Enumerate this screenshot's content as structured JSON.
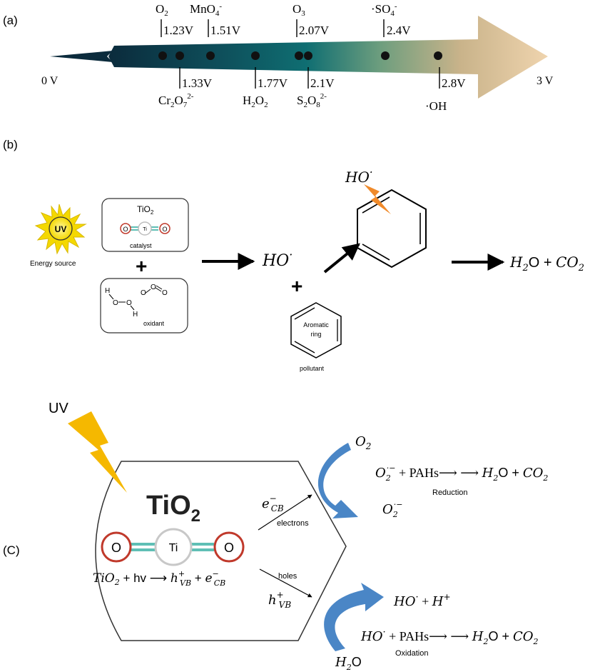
{
  "panels": {
    "a": {
      "label": "(a)",
      "scale_start": "0 V",
      "scale_end": "3 V",
      "above": [
        {
          "species": "O",
          "sub": "2",
          "sup": "",
          "value": "1.23V"
        },
        {
          "species": "MnO",
          "sub": "4",
          "sup": "-",
          "value": "1.51V"
        },
        {
          "species": "O",
          "sub": "3",
          "sup": "",
          "value": "2.07V"
        },
        {
          "species": "·SO",
          "sub": "4",
          "sup": "-",
          "value": "2.4V"
        }
      ],
      "below": [
        {
          "value": "1.33V",
          "parts": [
            "Cr",
            "2",
            "O",
            "7",
            "2-"
          ]
        },
        {
          "value": "1.77V",
          "parts": [
            "H",
            "2",
            "O",
            "2",
            ""
          ]
        },
        {
          "value": "2.1V",
          "parts": [
            "S",
            "2",
            "O",
            "8",
            "2-"
          ]
        },
        {
          "value": "2.8V",
          "parts": [
            "·OH",
            "",
            "",
            "",
            ""
          ]
        }
      ]
    },
    "b": {
      "label": "(b)",
      "uv_badge": "UV",
      "energy_source": "Energy source",
      "catalyst_formula": "TiO",
      "catalyst_sub": "2",
      "atom_o": "O",
      "atom_ti": "Ti",
      "catalyst_caption": "catalyst",
      "plus": "+",
      "oxidant_caption": "oxidant",
      "atom_h": "H",
      "radical": "HO",
      "radical_dot": "·",
      "aromatic_line1": "Aromatic",
      "aromatic_line2": "ring",
      "pollutant_caption": "pollutant",
      "products_h": "H",
      "products_2": "2",
      "products_o": "O + ",
      "products_co": "CO",
      "products_co2": "2"
    },
    "c": {
      "label": "(C)",
      "uv": "UV",
      "tio2": "TiO",
      "tio2_sub": "2",
      "atom_o": "O",
      "atom_ti": "Ti",
      "excitation": {
        "a": "TiO",
        "a_sub": "2",
        "b": " + hv ⟶ ",
        "h": "h",
        "h_sup": "+",
        "h_sub": "VB",
        "plus": " + ",
        "e": "e",
        "e_sup": "−",
        "e_sub": "CB"
      },
      "electron_symbol": {
        "e": "e",
        "sup": "−",
        "sub": "CB"
      },
      "electrons_label": "electrons",
      "holes_label": "holes",
      "hole_symbol": {
        "h": "h",
        "sup": "+",
        "sub": "VB"
      },
      "o2_top": {
        "o": "O",
        "sub": "2"
      },
      "superoxide": {
        "o": "O",
        "sub": "2",
        "sup": "·−"
      },
      "reduction_eq": {
        "a": "O",
        "a_sub": "2",
        "a_sup": "·−",
        "b": " + PAHs⟶ ⟶ ",
        "c": "H",
        "c_sub": "2",
        "d": "O + ",
        "e": "CO",
        "e_sub": "2"
      },
      "reduction_label": "Reduction",
      "hydroxyl_products": {
        "a": "HO",
        "dot": "·",
        "b": " + ",
        "c": "H",
        "sup": "+"
      },
      "oxidation_eq": {
        "a": "HO",
        "dot": "·",
        "b": " + PAHs⟶ ⟶ ",
        "c": "H",
        "c_sub": "2",
        "d": "O + ",
        "e": "CO",
        "e_sub": "2"
      },
      "oxidation_label": "Oxidation",
      "water": {
        "h": "H",
        "sub": "2",
        "o": "O"
      }
    }
  },
  "colors": {
    "arrow_dark": "#0b2b3c",
    "arrow_teal": "#0f6e72",
    "arrow_tan": "#e6c59b",
    "uv_yellow": "#f4d800",
    "lightning_orange": "#f08a2a",
    "lightning_yellow": "#f5b800",
    "curved_blue": "#4a86c6",
    "atom_red": "#c0392b",
    "bond_teal": "#5fbfb5",
    "ti_grey": "#bdbdbd"
  },
  "icons": [
    "uv-sun-icon",
    "lightning-icon",
    "curved-arrow-icon",
    "benzene-ring-icon"
  ]
}
